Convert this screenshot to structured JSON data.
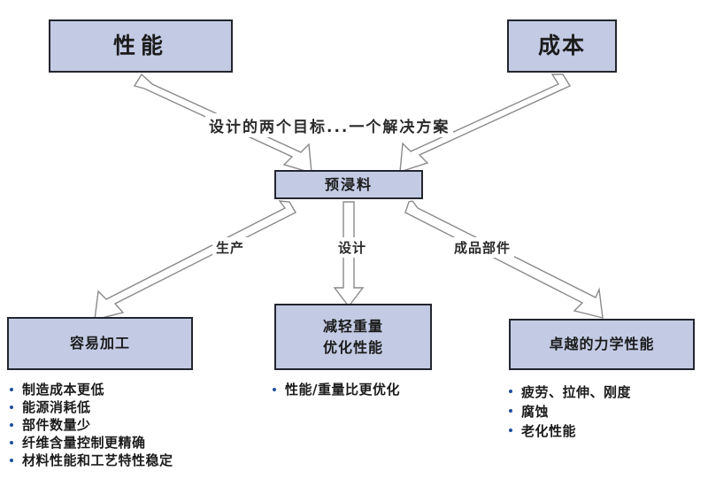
{
  "diagram": {
    "title_caption": "设计的两个目标...一个解决方案",
    "top_nodes": [
      {
        "id": "performance",
        "label": "性能"
      },
      {
        "id": "cost",
        "label": "成本"
      }
    ],
    "center_node": {
      "id": "prepreg",
      "label": "预浸料"
    },
    "edge_labels": [
      {
        "id": "production",
        "label": "生产"
      },
      {
        "id": "design",
        "label": "设计"
      },
      {
        "id": "finished-part",
        "label": "成品部件"
      }
    ],
    "bottom_nodes": [
      {
        "id": "easy-processing",
        "lines": [
          "容易加工"
        ]
      },
      {
        "id": "weight-performance",
        "lines": [
          "减轻重量",
          "优化性能"
        ]
      },
      {
        "id": "mechanical",
        "lines": [
          "卓越的力学性能"
        ]
      }
    ],
    "bullet_groups": [
      {
        "id": "easy-processing-benefits",
        "items": [
          "制造成本更低",
          "能源消耗低",
          "部件数量少",
          "纤维含量控制更精确",
          "材料性能和工艺特性稳定"
        ]
      },
      {
        "id": "weight-performance-benefits",
        "items": [
          "性能/重量比更优化"
        ]
      },
      {
        "id": "mechanical-benefits",
        "items": [
          "疲劳、拉伸、刚度",
          "腐蚀",
          "老化性能"
        ]
      }
    ],
    "colors": {
      "box_fill": "#c3cbe4",
      "box_border": "#23262f",
      "arrow_stroke": "#8a8a8a",
      "arrow_fill": "#ffffff",
      "bullet": "#1f4e9c",
      "text": "#1b1b1b",
      "background": "#ffffff"
    }
  }
}
